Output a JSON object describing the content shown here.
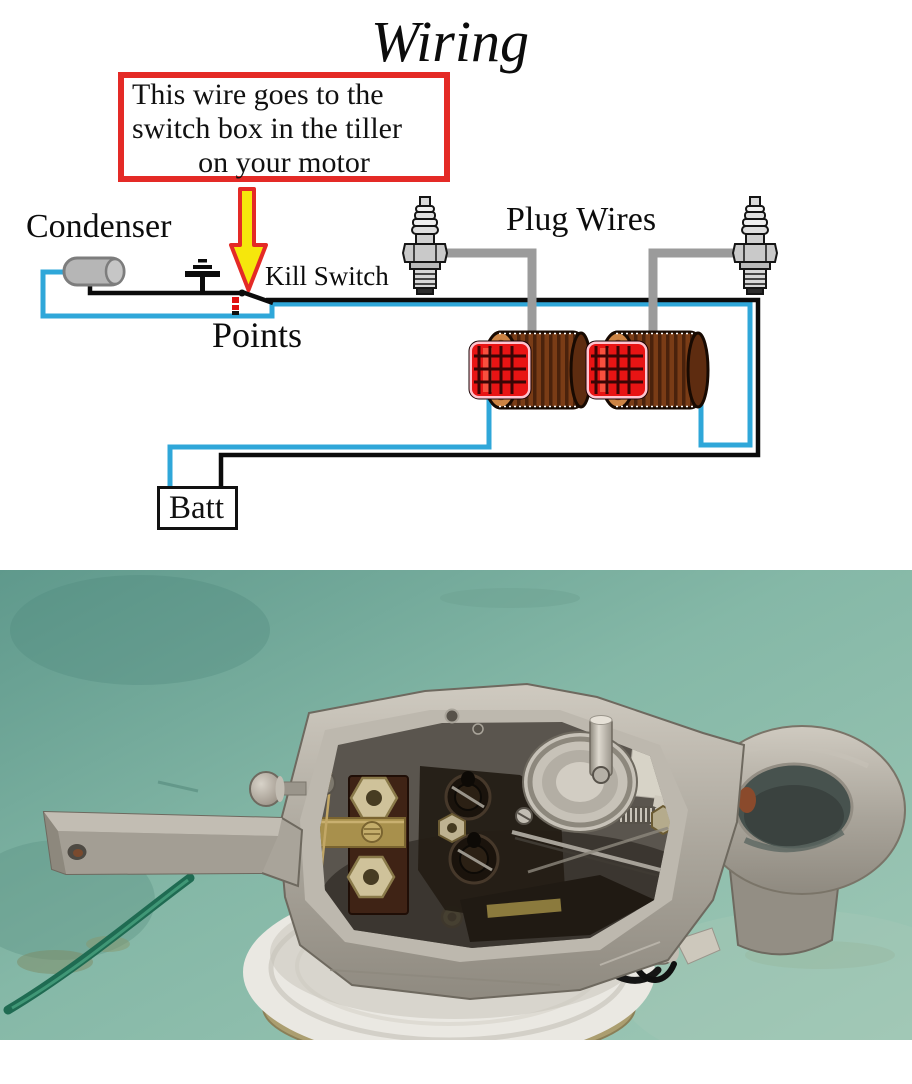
{
  "title": "Wiring",
  "callout": {
    "lines": [
      "This wire goes to the",
      "switch box in the tiller",
      "on your motor"
    ]
  },
  "labels": {
    "condenser": "Condenser",
    "kill_switch": "Kill Switch",
    "points": "Points",
    "plug_wires": "Plug Wires",
    "battery": "Batt"
  },
  "colors": {
    "wire-blue": "#2fa7d9",
    "wire-black": "#0b0b0b",
    "wire-gray": "#9b9b9b",
    "callout-red": "#e42a26",
    "arrow-yellow": "#f6e70c",
    "coil-body-brown": "#7a3c16",
    "coil-end-tan": "#cd8444",
    "coil-core-red": "#e81414",
    "condenser-gray": "#b6b6b6",
    "photo-teal": "#85b8a7",
    "ground-wire-green": "#1f6b52",
    "aluminum-gray": "#a9a49a",
    "bucket-white": "#eae8e2"
  }
}
